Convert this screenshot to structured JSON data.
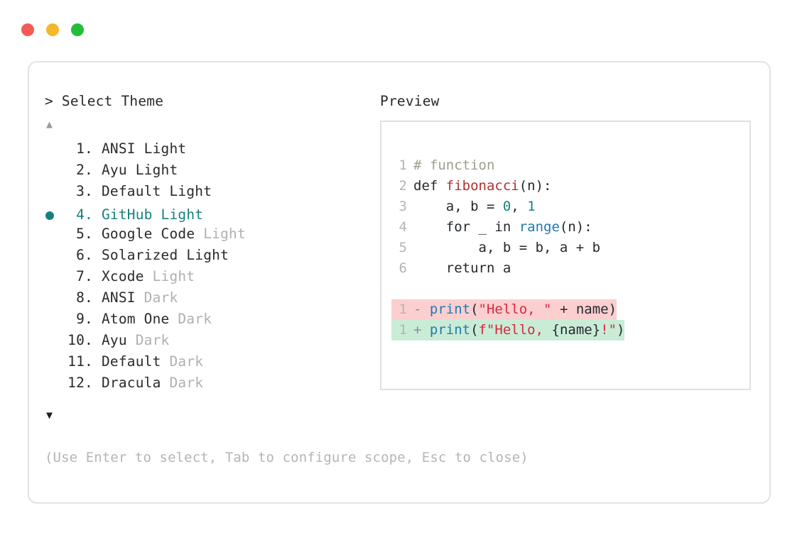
{
  "window": {
    "dots": [
      {
        "name": "close",
        "color": "#f45b56"
      },
      {
        "name": "minimize",
        "color": "#f5b82b"
      },
      {
        "name": "maximize",
        "color": "#23bd3c"
      }
    ]
  },
  "left": {
    "prompt": "> Select Theme",
    "scroll_up_icon": "▲",
    "scroll_down_icon": "▼",
    "items": [
      {
        "num": " 1.",
        "label": "ANSI",
        "suffix": "Light",
        "suffix_dim": false,
        "selected": false,
        "marker": ""
      },
      {
        "num": " 2.",
        "label": "Ayu",
        "suffix": "Light",
        "suffix_dim": false,
        "selected": false,
        "marker": ""
      },
      {
        "num": " 3.",
        "label": "Default",
        "suffix": "Light",
        "suffix_dim": false,
        "selected": false,
        "marker": ""
      },
      {
        "num": " 4.",
        "label": "GitHub",
        "suffix": "Light",
        "suffix_dim": false,
        "selected": true,
        "marker": "bullet"
      },
      {
        "num": " 5.",
        "label": "Google Code",
        "suffix": "Light",
        "suffix_dim": true,
        "selected": false,
        "marker": ""
      },
      {
        "num": " 6.",
        "label": "Solarized",
        "suffix": "Light",
        "suffix_dim": false,
        "selected": false,
        "marker": ""
      },
      {
        "num": " 7.",
        "label": "Xcode",
        "suffix": "Light",
        "suffix_dim": true,
        "selected": false,
        "marker": ""
      },
      {
        "num": " 8.",
        "label": "ANSI",
        "suffix": "Dark",
        "suffix_dim": true,
        "selected": false,
        "marker": ""
      },
      {
        "num": " 9.",
        "label": "Atom One",
        "suffix": "Dark",
        "suffix_dim": true,
        "selected": false,
        "marker": ""
      },
      {
        "num": "10.",
        "label": "Ayu",
        "suffix": "Dark",
        "suffix_dim": true,
        "selected": false,
        "marker": ""
      },
      {
        "num": "11.",
        "label": "Default",
        "suffix": "Dark",
        "suffix_dim": true,
        "selected": false,
        "marker": ""
      },
      {
        "num": "12.",
        "label": "Dracula",
        "suffix": "Dark",
        "suffix_dim": true,
        "selected": false,
        "marker": ""
      }
    ],
    "hint": "(Use Enter to select, Tab to configure scope, Esc to close)"
  },
  "right": {
    "heading": "Preview",
    "code_lines": [
      {
        "ln": "1",
        "tokens": [
          {
            "t": "# function",
            "c": "tok-comment"
          }
        ]
      },
      {
        "ln": "2",
        "tokens": [
          {
            "t": "def ",
            "c": "tok-kw"
          },
          {
            "t": "fibonacci",
            "c": "tok-fn"
          },
          {
            "t": "(n):",
            "c": "tok-plain"
          }
        ]
      },
      {
        "ln": "3",
        "tokens": [
          {
            "t": "    a, b = ",
            "c": "tok-plain"
          },
          {
            "t": "0",
            "c": "tok-num"
          },
          {
            "t": ", ",
            "c": "tok-plain"
          },
          {
            "t": "1",
            "c": "tok-num"
          }
        ]
      },
      {
        "ln": "4",
        "tokens": [
          {
            "t": "    for _ in ",
            "c": "tok-plain"
          },
          {
            "t": "range",
            "c": "tok-builtin"
          },
          {
            "t": "(n):",
            "c": "tok-plain"
          }
        ]
      },
      {
        "ln": "5",
        "tokens": [
          {
            "t": "        a, b = b, a + b",
            "c": "tok-plain"
          }
        ]
      },
      {
        "ln": "6",
        "tokens": [
          {
            "t": "    return a",
            "c": "tok-plain"
          }
        ]
      }
    ],
    "diff_lines": [
      {
        "ln": "1",
        "sign": "-",
        "kind": "del",
        "tokens": [
          {
            "t": "print",
            "c": "tok-builtin"
          },
          {
            "t": "(",
            "c": "tok-plain"
          },
          {
            "t": "\"Hello, \"",
            "c": "tok-str"
          },
          {
            "t": " + name)",
            "c": "tok-plain"
          }
        ]
      },
      {
        "ln": "1",
        "sign": "+",
        "kind": "add",
        "tokens": [
          {
            "t": "print",
            "c": "tok-builtin"
          },
          {
            "t": "(",
            "c": "tok-plain"
          },
          {
            "t": "f\"Hello, ",
            "c": "tok-str"
          },
          {
            "t": "{name}",
            "c": "tok-plain"
          },
          {
            "t": "!\"",
            "c": "tok-str"
          },
          {
            "t": ")",
            "c": "tok-plain"
          }
        ]
      }
    ]
  },
  "colors": {
    "accent": "#17807f",
    "diff_del_bg": "#fbcfcf",
    "diff_add_bg": "#c9ecd7",
    "border": "#e2e2e2",
    "dim_text": "#b0b0b0"
  }
}
